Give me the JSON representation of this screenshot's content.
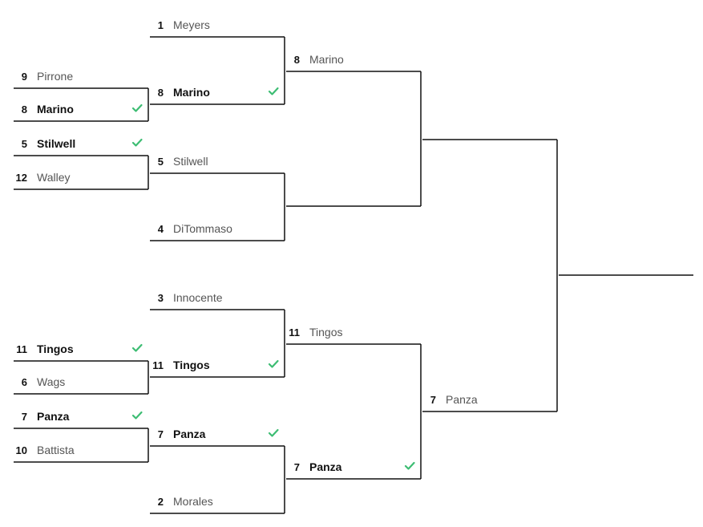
{
  "colors": {
    "line": "#111111",
    "check": "#3dbd73",
    "text": "#555555",
    "text_strong": "#111111"
  },
  "icon": "check-icon",
  "slots": [
    {
      "id": "r1-1",
      "seed": "9",
      "name": "Pirrone",
      "winner": false
    },
    {
      "id": "r1-2",
      "seed": "8",
      "name": "Marino",
      "winner": true
    },
    {
      "id": "r1-3",
      "seed": "5",
      "name": "Stilwell",
      "winner": true
    },
    {
      "id": "r1-4",
      "seed": "12",
      "name": "Walley",
      "winner": false
    },
    {
      "id": "r1-5",
      "seed": "11",
      "name": "Tingos",
      "winner": true
    },
    {
      "id": "r1-6",
      "seed": "6",
      "name": "Wags",
      "winner": false
    },
    {
      "id": "r1-7",
      "seed": "7",
      "name": "Panza",
      "winner": true
    },
    {
      "id": "r1-8",
      "seed": "10",
      "name": "Battista",
      "winner": false
    },
    {
      "id": "r2-1",
      "seed": "1",
      "name": "Meyers",
      "winner": false
    },
    {
      "id": "r2-2",
      "seed": "8",
      "name": "Marino",
      "winner": true
    },
    {
      "id": "r2-3",
      "seed": "5",
      "name": "Stilwell",
      "winner": false
    },
    {
      "id": "r2-4",
      "seed": "4",
      "name": "DiTommaso",
      "winner": false
    },
    {
      "id": "r2-5",
      "seed": "3",
      "name": "Innocente",
      "winner": false
    },
    {
      "id": "r2-6",
      "seed": "11",
      "name": "Tingos",
      "winner": true
    },
    {
      "id": "r2-7",
      "seed": "7",
      "name": "Panza",
      "winner": true
    },
    {
      "id": "r2-8",
      "seed": "2",
      "name": "Morales",
      "winner": false
    },
    {
      "id": "r3-1",
      "seed": "8",
      "name": "Marino",
      "winner": false
    },
    {
      "id": "r3-2",
      "seed": "11",
      "name": "Tingos",
      "winner": false
    },
    {
      "id": "r3-3",
      "seed": "7",
      "name": "Panza",
      "winner": true
    },
    {
      "id": "r4-1",
      "seed": "7",
      "name": "Panza",
      "winner": false
    }
  ]
}
